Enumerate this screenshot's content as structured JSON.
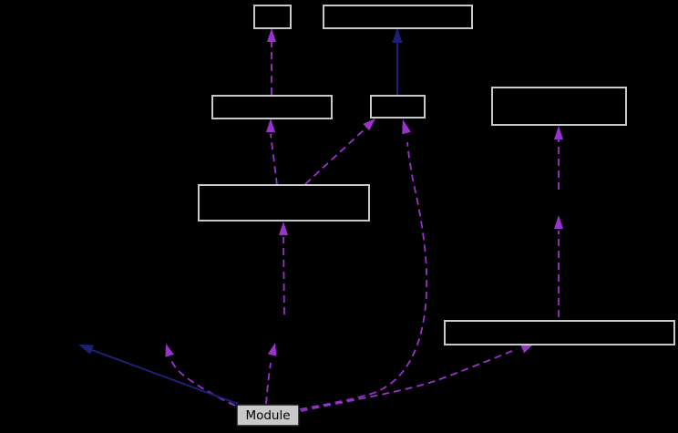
{
  "window": {
    "width": "744",
    "height": "475",
    "background": "#000000"
  },
  "diagram": {
    "kind": "collaboration-graph",
    "module": {
      "label": "Module"
    },
    "colors": {
      "background": "#000000",
      "node_border": "#c8c8c8",
      "module_fill": "#c9c9c9",
      "module_border": "#1a1a1a",
      "module_text": "#000000",
      "dashed_edge": "#9a32cd",
      "solid_edge": "#1f1f7a"
    },
    "nodes": [
      {
        "id": "top-small",
        "label": ""
      },
      {
        "id": "top-wide",
        "label": ""
      },
      {
        "id": "mid-left",
        "label": ""
      },
      {
        "id": "mid-small",
        "label": ""
      },
      {
        "id": "right-tall",
        "label": ""
      },
      {
        "id": "center-wide",
        "label": ""
      },
      {
        "id": "lower-right",
        "label": ""
      },
      {
        "id": "module",
        "label": "Module"
      }
    ],
    "edges": [
      {
        "from": "mid-left",
        "to": "top-small",
        "style": "dashed"
      },
      {
        "from": "mid-small",
        "to": "top-wide",
        "style": "solid"
      },
      {
        "from": "center-wide",
        "to": "mid-left",
        "style": "dashed"
      },
      {
        "from": "center-wide",
        "to": "mid-small",
        "style": "dashed"
      },
      {
        "from": "module",
        "to": "mid-small",
        "style": "dashed"
      },
      {
        "from": "module",
        "to": "lower-right",
        "style": "dashed"
      },
      {
        "from": "lower-right",
        "to": "right-tall",
        "style": "dashed"
      },
      {
        "from": "module",
        "to": "center-wide",
        "style": "dashed"
      },
      {
        "from": "module",
        "to": "up-left",
        "style": "dashed"
      },
      {
        "from": "module",
        "to": "up-left",
        "style": "solid"
      }
    ]
  }
}
